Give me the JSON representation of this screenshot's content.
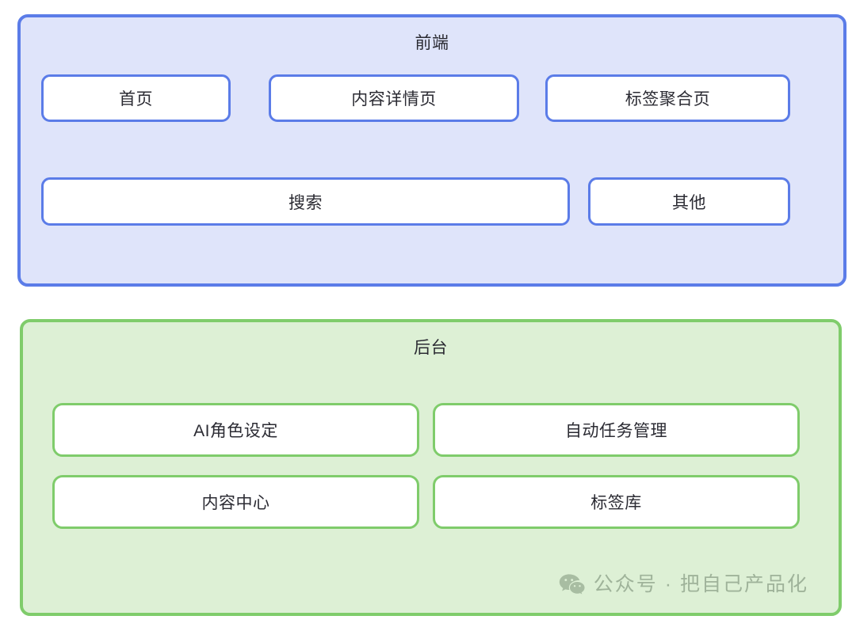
{
  "diagram": {
    "groups": [
      {
        "id": "frontend",
        "title": "前端",
        "accent_color": "#5b7ce8",
        "fill_color": "#dfe4fa",
        "rows": [
          {
            "nodes": [
              {
                "label": "首页"
              },
              {
                "label": "内容详情页"
              },
              {
                "label": "标签聚合页"
              }
            ]
          },
          {
            "nodes": [
              {
                "label": "搜索"
              },
              {
                "label": "其他"
              }
            ]
          }
        ]
      },
      {
        "id": "backend",
        "title": "后台",
        "accent_color": "#7fcc6b",
        "fill_color": "#ddf0d5",
        "rows": [
          {
            "nodes": [
              {
                "label": "AI角色设定"
              },
              {
                "label": "自动任务管理"
              }
            ]
          },
          {
            "nodes": [
              {
                "label": "内容中心"
              },
              {
                "label": "标签库"
              }
            ]
          }
        ]
      }
    ]
  },
  "watermark": {
    "icon": "wechat-icon",
    "text": "公众号 · 把自己产品化",
    "color": "#9fb39a"
  }
}
